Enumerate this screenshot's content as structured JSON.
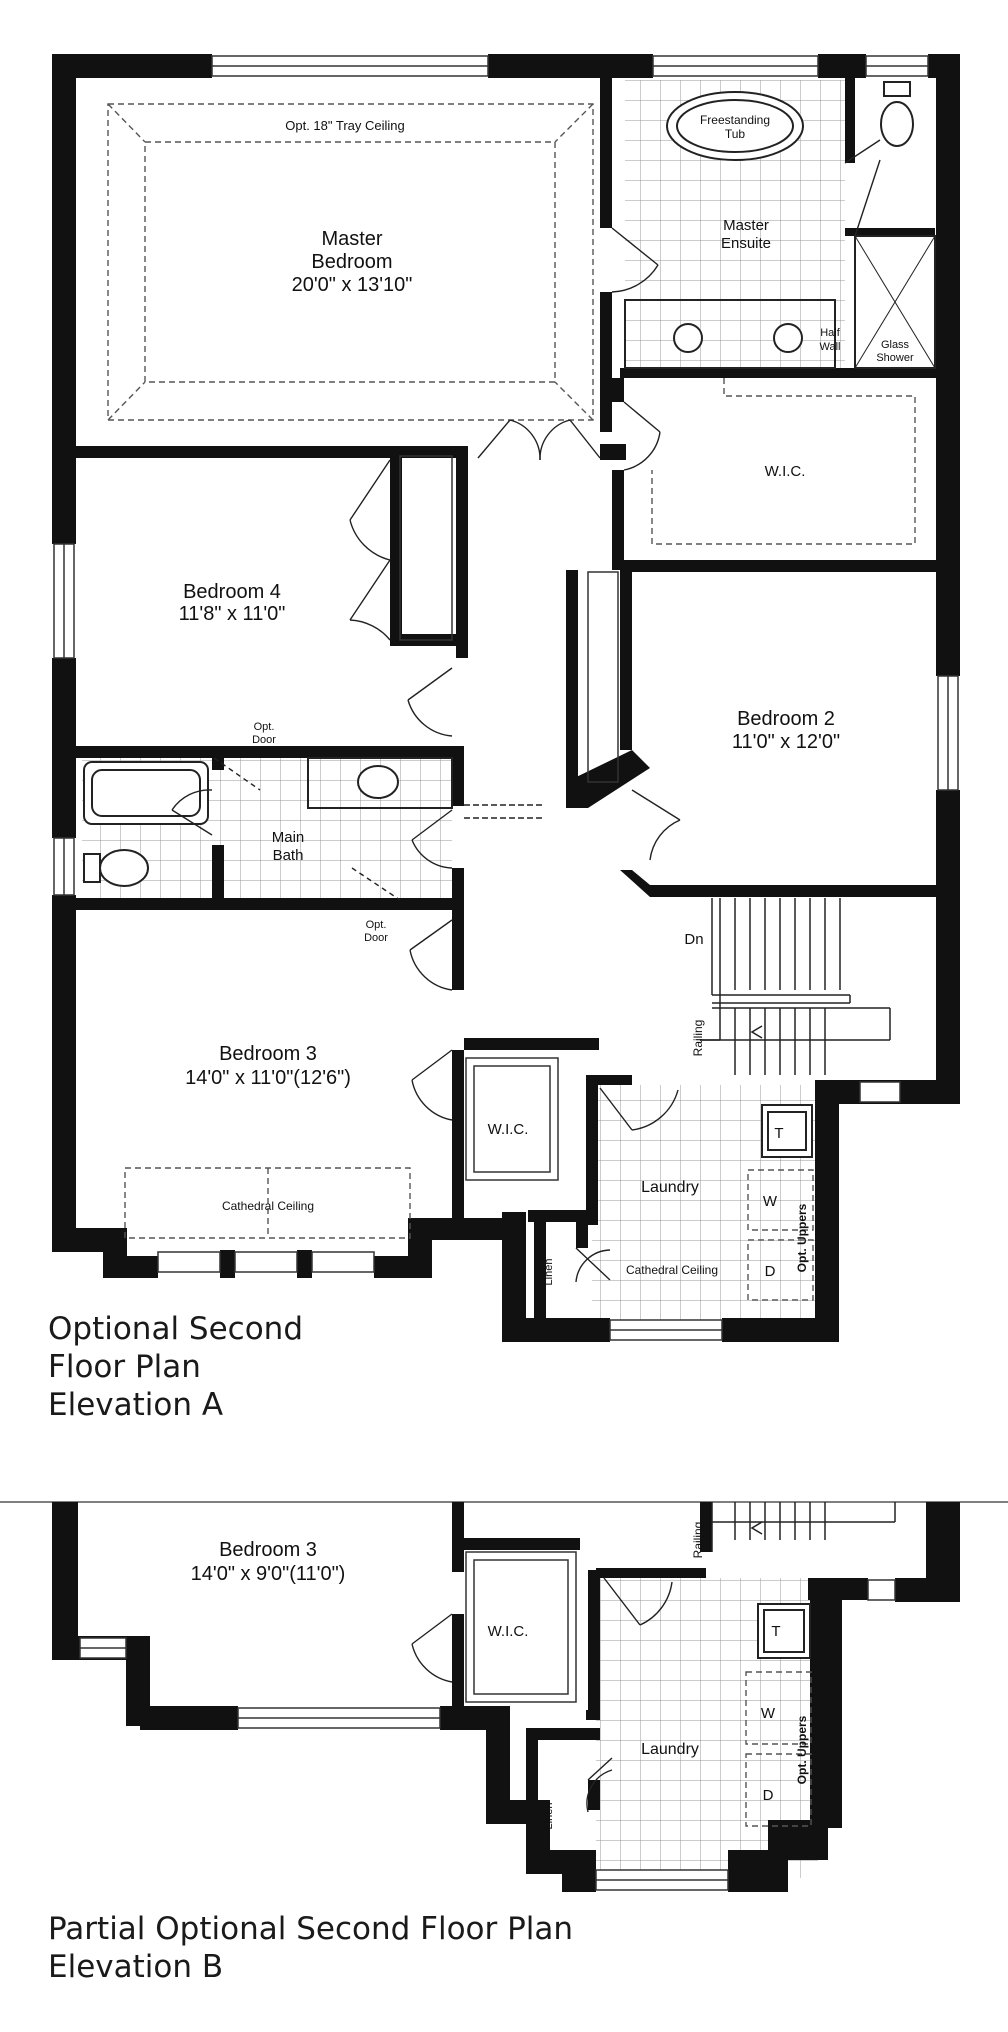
{
  "plan_a": {
    "title_lines": [
      "Optional Second",
      "Floor Plan",
      "Elevation A"
    ],
    "rooms": {
      "tray_ceiling": "Opt. 18\" Tray Ceiling",
      "master_name1": "Master",
      "master_name2": "Bedroom",
      "master_dim": "20'0\" x 13'10\"",
      "tub1": "Freestanding",
      "tub2": "Tub",
      "ensuite1": "Master",
      "ensuite2": "Ensuite",
      "half1": "Half",
      "half2": "Wall",
      "glass1": "Glass",
      "glass2": "Shower",
      "wic_master": "W.I.C.",
      "bed4_name": "Bedroom 4",
      "bed4_dim": "11'8\" x 11'0\"",
      "bed2_name": "Bedroom 2",
      "bed2_dim": "11'0\" x 12'0\"",
      "opt_door1a": "Opt.",
      "opt_door1b": "Door",
      "main_bath1": "Main",
      "main_bath2": "Bath",
      "opt_door2a": "Opt.",
      "opt_door2b": "Door",
      "dn": "Dn",
      "railing": "Railing",
      "bed3_name": "Bedroom 3",
      "bed3_dim": "14'0\" x 11'0\"(12'6\")",
      "wic_bed3": "W.I.C.",
      "cathedral": "Cathedral Ceiling",
      "laundry": "Laundry",
      "laundry_cathedral": "Cathedral Ceiling",
      "linen": "Linen",
      "t": "T",
      "w": "W",
      "d": "D",
      "opt_uppers": "Opt. Uppers"
    }
  },
  "plan_b": {
    "title_lines": [
      "Partial Optional Second Floor Plan",
      "Elevation B"
    ],
    "rooms": {
      "bed3_name": "Bedroom 3",
      "bed3_dim": "14'0\" x 9'0\"(11'0\")",
      "wic": "W.I.C.",
      "laundry": "Laundry",
      "linen": "Linen",
      "railing": "Railing",
      "t": "T",
      "w": "W",
      "d": "D",
      "opt_uppers": "Opt. Uppers"
    }
  }
}
